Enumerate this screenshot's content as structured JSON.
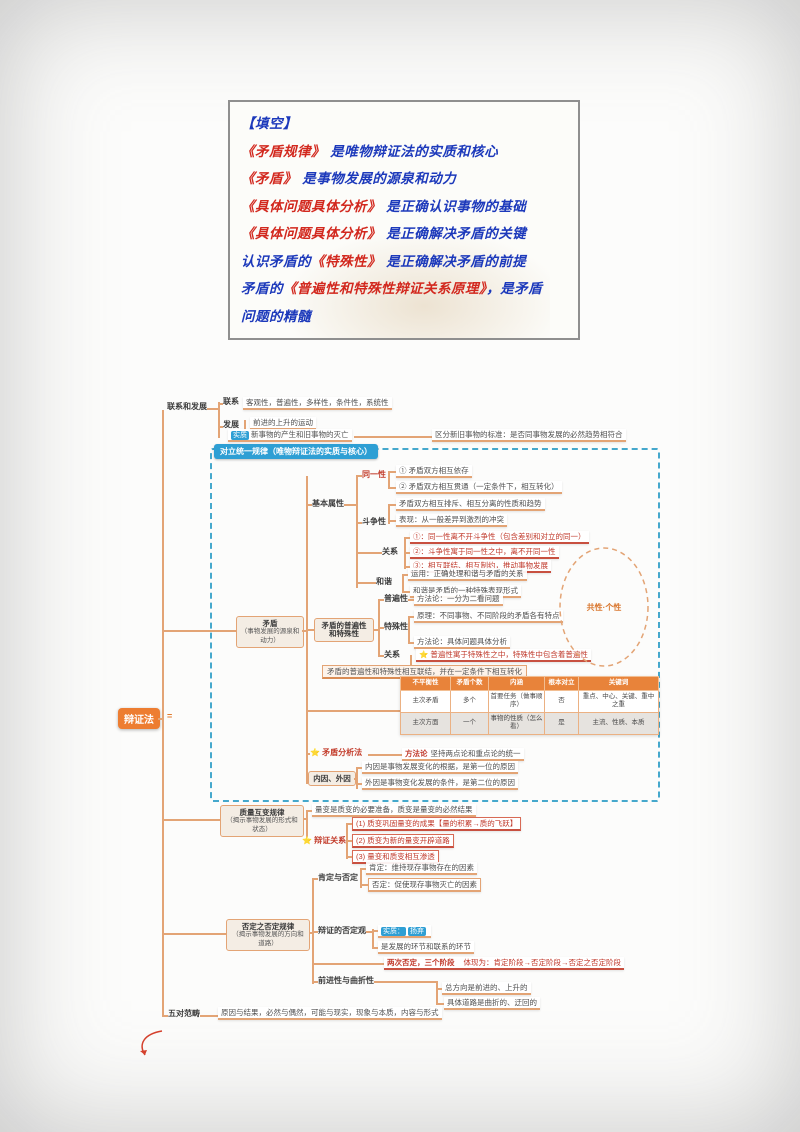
{
  "note": {
    "lines": [
      [
        {
          "t": "【填空】",
          "c": "blue"
        }
      ],
      [
        {
          "t": "《矛盾规律》",
          "c": "red"
        },
        {
          "t": " 是唯物辩证法的实质和核心",
          "c": "blue"
        }
      ],
      [
        {
          "t": "《矛盾》",
          "c": "red"
        },
        {
          "t": " 是事物发展的源泉和动力",
          "c": "blue"
        }
      ],
      [
        {
          "t": "《具体问题具体分析》",
          "c": "red"
        },
        {
          "t": " 是正确认识事物的基础",
          "c": "blue"
        }
      ],
      [
        {
          "t": "《具体问题具体分析》",
          "c": "red"
        },
        {
          "t": " 是正确解决矛盾的关键",
          "c": "blue"
        }
      ],
      [
        {
          "t": "认识矛盾的",
          "c": "blue"
        },
        {
          "t": "《特殊性》",
          "c": "red"
        },
        {
          "t": " 是正确解决矛盾的前提",
          "c": "blue"
        }
      ],
      [
        {
          "t": "矛盾的",
          "c": "blue"
        },
        {
          "t": "《普遍性和特殊性辩证关系原理》",
          "c": "red"
        },
        {
          "t": "，是矛盾",
          "c": "blue"
        }
      ],
      [
        {
          "t": "问题的精髓",
          "c": "blue"
        }
      ]
    ]
  },
  "map": {
    "root_label": "辩证法",
    "collapse_icon": "=",
    "overview": {
      "label": "联系和发展",
      "lianxi_label": "联系",
      "lianxi_row": "客观性，普遍性，多样性，条件性，系统性",
      "fazhan_label": "发展",
      "fazhan_row1": "前进的上升的运动",
      "shizhi_tag": "实质",
      "shizhi_text": "新事物的产生和旧事物的灭亡",
      "biaozhun_row": "区分新旧事物的标准：是否同事物发展的必然趋势相符合"
    },
    "duili": {
      "banner": "对立统一规律（唯物辩证法的实质与核心）",
      "center_line1": "矛盾",
      "center_line2": "（事物发展的源泉和动力）",
      "shuxing": {
        "label": "基本属性",
        "tongyixing": {
          "label": "同一性",
          "row1": "① 矛盾双方相互依存",
          "row2": "② 矛盾双方相互贯通（一定条件下，相互转化）"
        },
        "douzhengxing": {
          "label": "斗争性",
          "row1": "矛盾双方相互排斥、相互分离的性质和趋势",
          "row2": "表现：从一般差异到激烈的冲突"
        },
        "guanxi": {
          "label": "关系",
          "row1": "①：同一性离不开斗争性（包含差别和对立的同一）",
          "row2": "②：斗争性寓于同一性之中，离不开同一性",
          "row3": "③：相互联结、相互制约，推动事物发展"
        },
        "hexie": {
          "label": "和谐",
          "row1": "运用：正确处理和谐与矛盾的关系",
          "row2": "和谐是矛盾的一种特殊表现形式"
        }
      },
      "pute": {
        "label_line1": "矛盾的普遍性",
        "label_line2": "和特殊性",
        "pubianxing_label": "普遍性",
        "pubianxing_row": "方法论：一分为二看问题",
        "teshuxing_label": "特殊性",
        "teshuxing_row1": "原理：不同事物、不同阶段的矛盾各有特点",
        "teshuxing_row2": "方法论：具体问题具体分析",
        "guanxi_label": "关系",
        "guanxi_row1": "⭐ 普遍性寓于特殊性之中，特殊性中包含着普遍性",
        "guanxi_row2": "矛盾的普遍性和特殊性相互联结，并在一定条件下相互转化",
        "ellipse_text": "共性·个性"
      },
      "table": {
        "headers": [
          "不平衡性",
          "矛盾个数",
          "内涵",
          "根本对立",
          "关键词"
        ],
        "rows": [
          [
            "主次矛盾",
            "多个",
            "首要任务（做事顺序）",
            "否",
            "重点、中心、关键、重中之重"
          ],
          [
            "主次方面",
            "一个",
            "事物的性质（怎么看）",
            "是",
            "主流、性质、本质"
          ]
        ]
      },
      "fenxifa": {
        "label": "⭐ 矛盾分析法",
        "tag": "方法论",
        "row": "坚持两点论和重点论的统一"
      },
      "neiyin": {
        "label": "内因、外因",
        "row1": "内因是事物发展变化的根据，是第一位的原因",
        "row2": "外因是事物变化发展的条件，是第二位的原因"
      }
    },
    "zlhb": {
      "label_line1": "质量互变规律",
      "label_line2": "（揭示事物发展的形式和状态）",
      "row_top": "量变是质变的必要准备，质变是量变的必然结果",
      "star_label": "⭐ 辩证关系",
      "row1": "(1) 质变巩固量变的成果【量的积累→质的飞跃】",
      "row2": "(2) 质变为新的量变开辟道路",
      "row3": "(3) 量变和质变相互渗透"
    },
    "fdzfd": {
      "label_line1": "否定之否定规律",
      "label_line2": "（揭示事物发展的方向和道路）",
      "kending": {
        "label": "肯定与否定",
        "row1": "肯定：维持现存事物存在的因素",
        "row2": "否定：促使现存事物灭亡的因素"
      },
      "bzfdg": {
        "label": "辩证的否定观",
        "tag1": "实质：",
        "tag2": "扬弃",
        "row": "是发展的环节和联系的环节"
      },
      "red_label": "两次否定，三个阶段",
      "red_row": "体现为：肯定阶段→否定阶段→否定之否定阶段",
      "qjx": {
        "label": "前进性与曲折性",
        "row1": "总方向是前进的、上升的",
        "row2": "具体道路是曲折的、迂回的"
      }
    },
    "fanchou": {
      "label": "五对范畴",
      "row": "原因与结果，必然与偶然，可能与现实，现象与本质，内容与形式"
    }
  }
}
